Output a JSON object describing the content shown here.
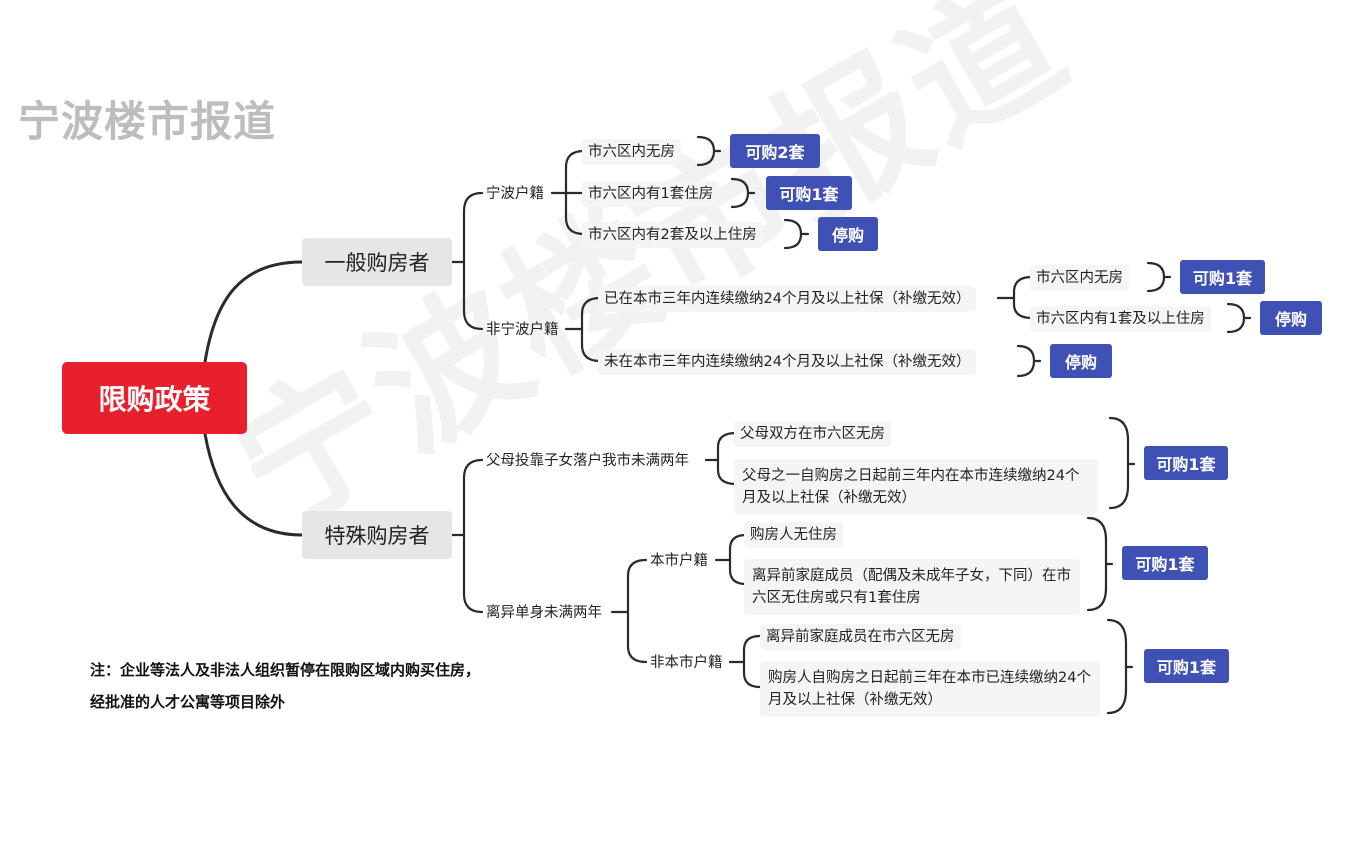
{
  "watermark": {
    "title": "宁波楼市报道",
    "diagonal": "宁波楼市报道"
  },
  "root": "限购政策",
  "general": {
    "label": "一般购房者",
    "ningbo": {
      "label": "宁波户籍",
      "items": [
        {
          "text": "市六区内无房",
          "result": "可购2套"
        },
        {
          "text": "市六区内有1套住房",
          "result": "可购1套"
        },
        {
          "text": "市六区内有2套及以上住房",
          "result": "停购"
        }
      ]
    },
    "nonningbo": {
      "label": "非宁波户籍",
      "paid": {
        "text": "已在本市三年内连续缴纳24个月及以上社保（补缴无效）",
        "items": [
          {
            "text": "市六区内无房",
            "result": "可购1套"
          },
          {
            "text": "市六区内有1套及以上住房",
            "result": "停购"
          }
        ]
      },
      "unpaid": {
        "text": "未在本市三年内连续缴纳24个月及以上社保（补缴无效）",
        "result": "停购"
      }
    }
  },
  "special": {
    "label": "特殊购房者",
    "parents": {
      "label": "父母投靠子女落户我市未满两年",
      "conds": [
        "父母双方在市六区无房",
        "父母之一自购房之日起前三年内在本市连续缴纳24个月及以上社保（补缴无效）"
      ],
      "result": "可购1套"
    },
    "divorce": {
      "label": "离异单身未满两年",
      "local": {
        "label": "本市户籍",
        "conds": [
          "购房人无住房",
          "离异前家庭成员（配偶及未成年子女，下同）在市六区无住房或只有1套住房"
        ],
        "result": "可购1套"
      },
      "nonlocal": {
        "label": "非本市户籍",
        "conds": [
          "离异前家庭成员在市六区无房",
          "购房人自购房之日起前三年在本市已连续缴纳24个月及以上社保（补缴无效）"
        ],
        "result": "可购1套"
      }
    }
  },
  "note": {
    "line1": "注：企业等法人及非法人组织暂停在限购区域内购买住房，",
    "line2": "经批准的人才公寓等项目除外"
  },
  "colors": {
    "root": "#e8202c",
    "result": "#3f51b5",
    "category": "#e6e6e6"
  }
}
